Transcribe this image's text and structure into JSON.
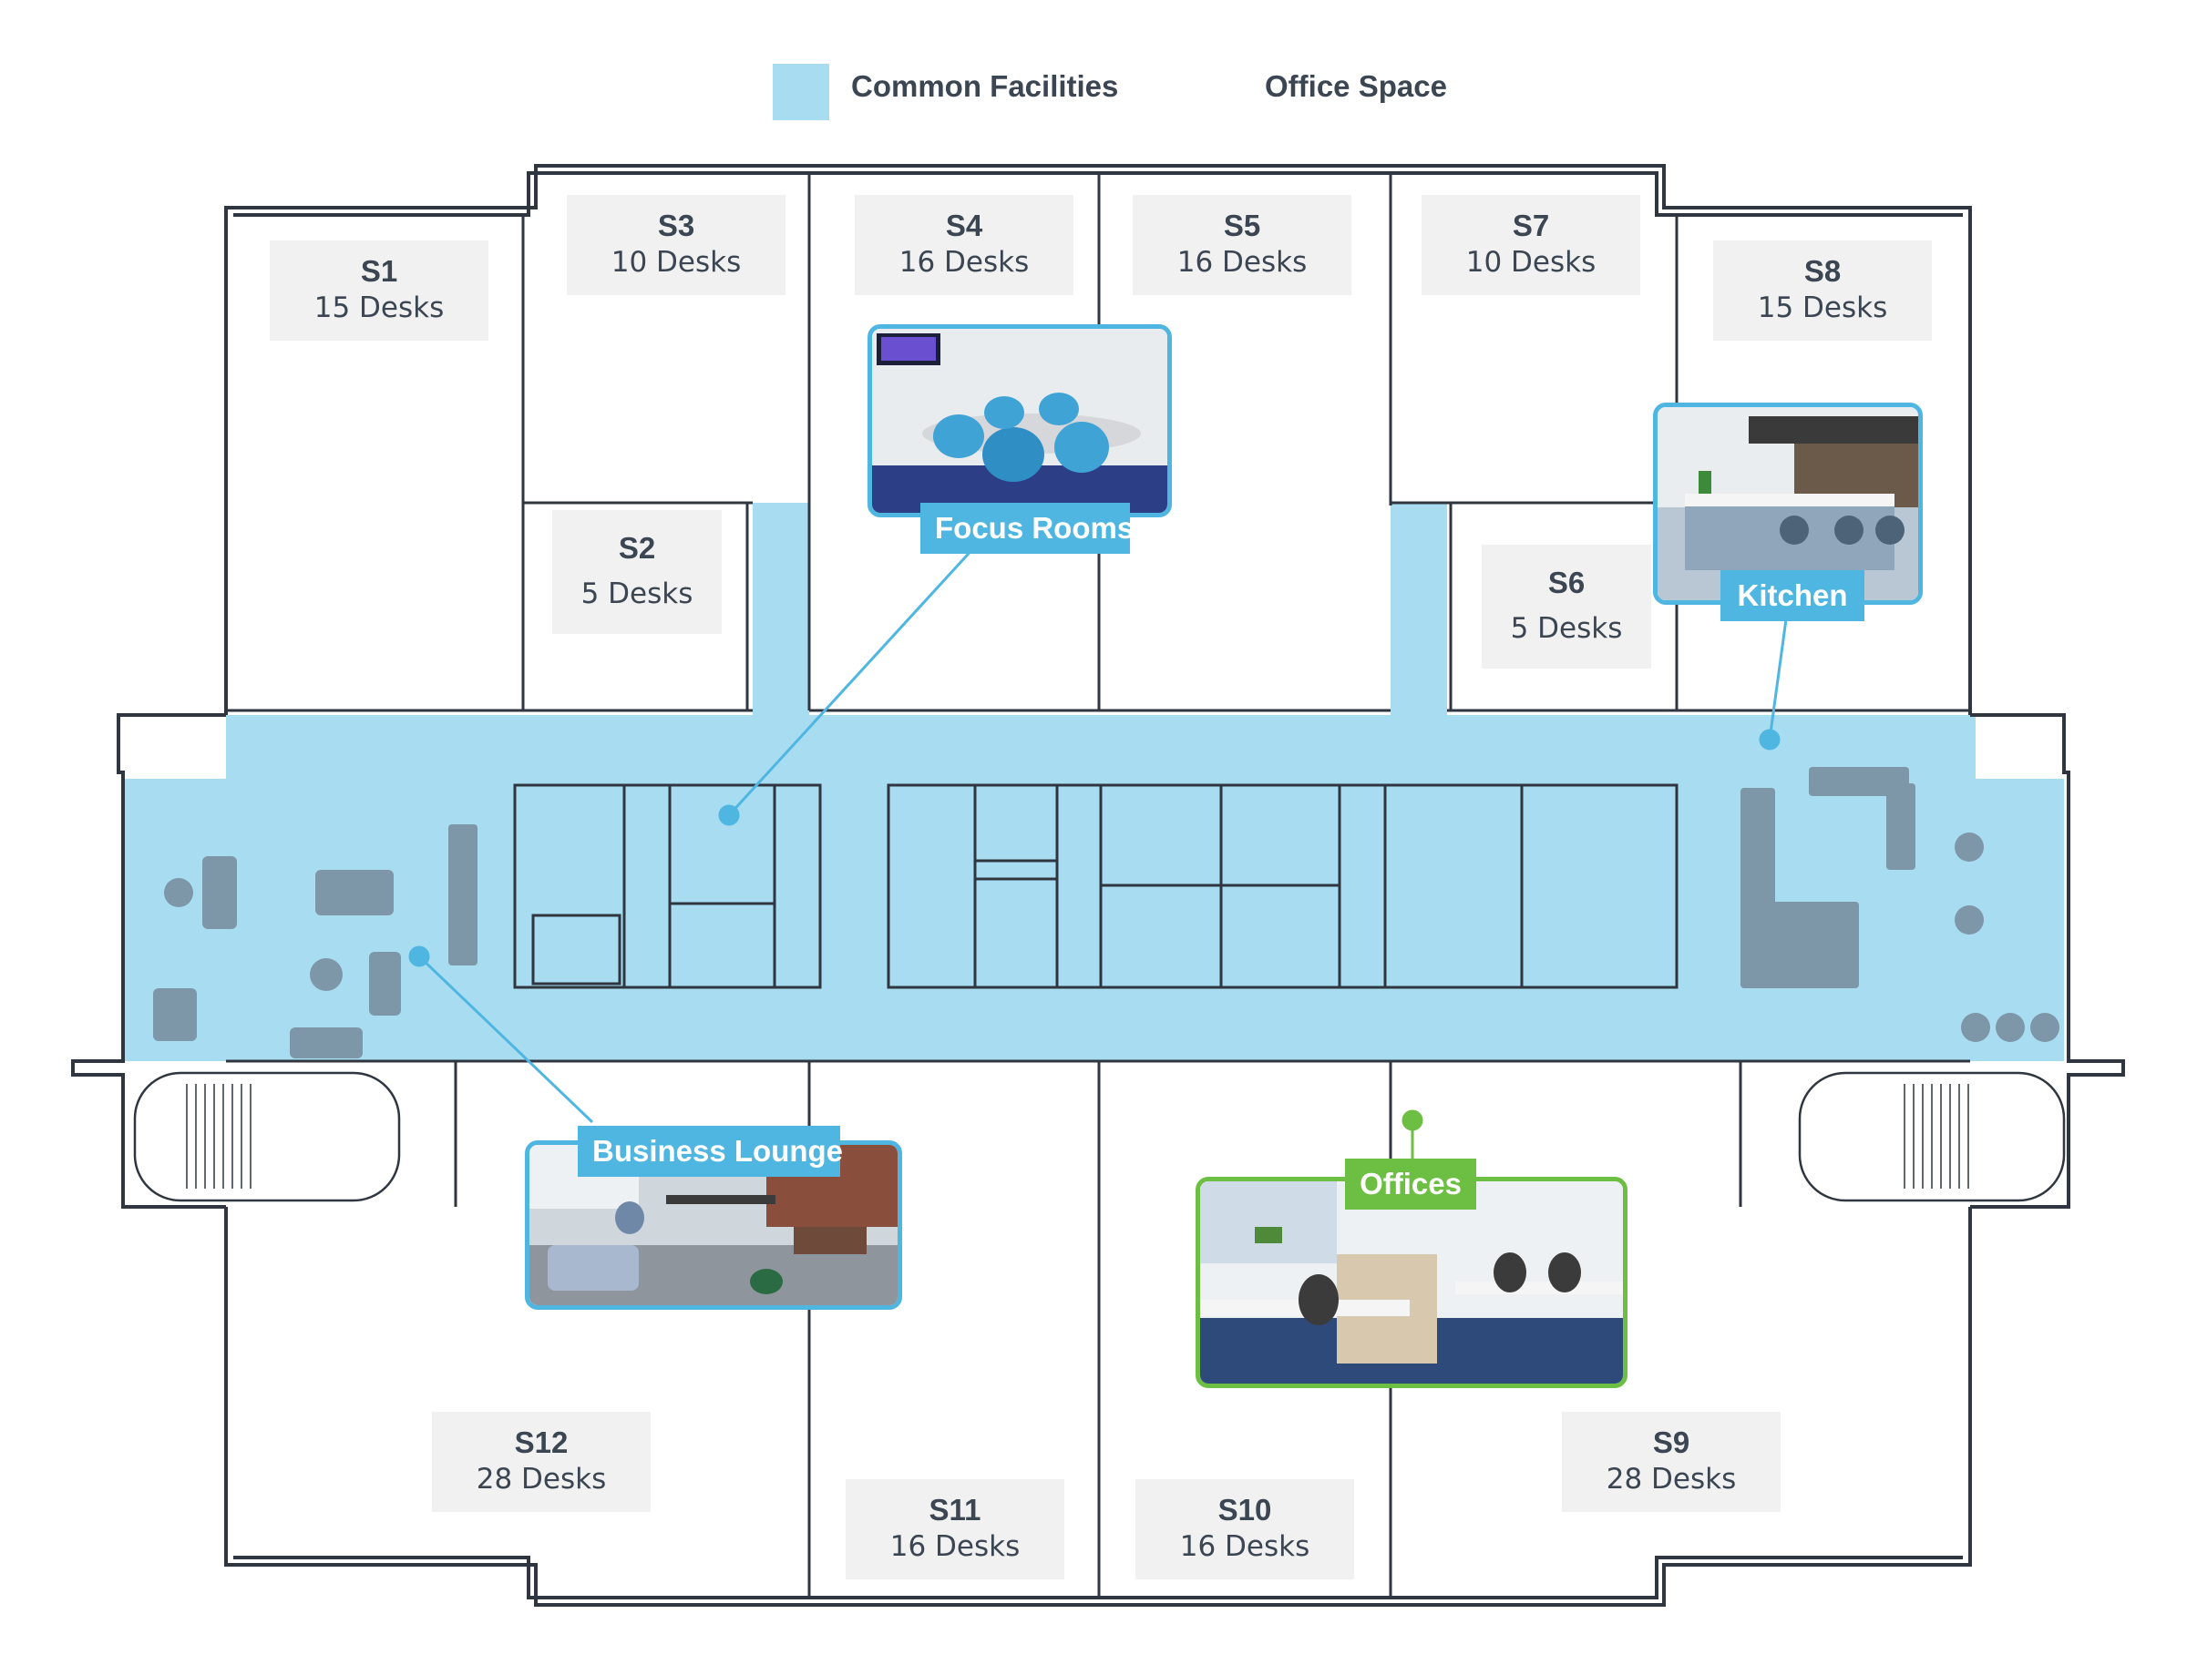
{
  "legend": {
    "common_label": "Common Facilities",
    "office_label": "Office Space",
    "common_color": "#a8dcf1"
  },
  "rooms": {
    "s1": {
      "code": "S1",
      "desks": "15 Desks"
    },
    "s2": {
      "code": "S2",
      "desks": "5 Desks"
    },
    "s3": {
      "code": "S3",
      "desks": "10 Desks"
    },
    "s4": {
      "code": "S4",
      "desks": "16 Desks"
    },
    "s5": {
      "code": "S5",
      "desks": "16 Desks"
    },
    "s6": {
      "code": "S6",
      "desks": "5 Desks"
    },
    "s7": {
      "code": "S7",
      "desks": "10 Desks"
    },
    "s8": {
      "code": "S8",
      "desks": "15 Desks"
    },
    "s9": {
      "code": "S9",
      "desks": "28 Desks"
    },
    "s10": {
      "code": "S10",
      "desks": "16 Desks"
    },
    "s11": {
      "code": "S11",
      "desks": "16 Desks"
    },
    "s12": {
      "code": "S12",
      "desks": "28 Desks"
    }
  },
  "callouts": {
    "focus_rooms": "Focus Rooms",
    "kitchen": "Kitchen",
    "business_lounge": "Business Lounge",
    "offices": "Offices"
  },
  "colors": {
    "common": "#a8dcf1",
    "callout_blue": "#4fb6e2",
    "callout_green": "#6cbf43",
    "wall": "#2f3640",
    "label_bg": "#f1f1f1"
  }
}
